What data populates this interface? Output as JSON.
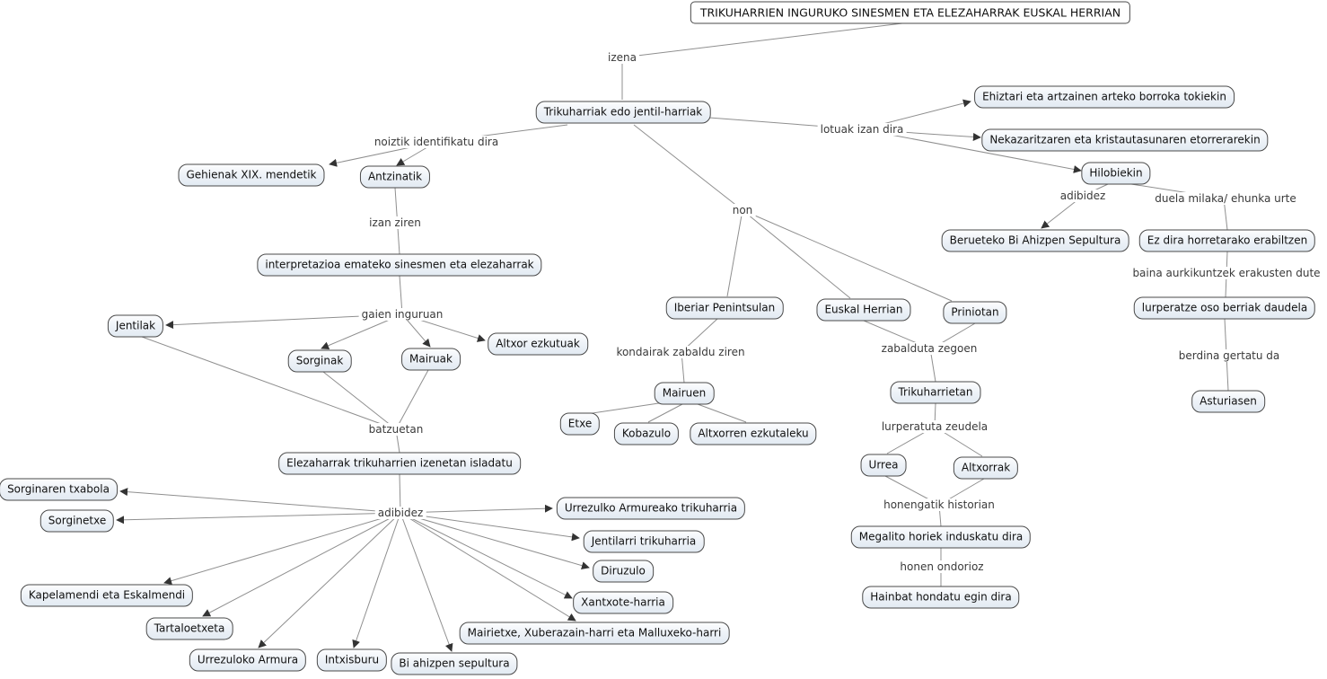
{
  "title": "TRIKUHARRIEN INGURUKO SINESMEN ETA ELEZAHARRAK EUSKAL HERRIAN",
  "colors": {
    "node_fill": "#e9eff6",
    "node_border": "#4a4a4a",
    "line": "#8f8f8f",
    "arrow": "#333333",
    "background": "#ffffff"
  },
  "nodes": {
    "trikuharriak": "Trikuharriak edo jentil-harriak",
    "ehiztari": "Ehiztari eta artzainen arteko borroka tokiekin",
    "nekazaritzaren": "Nekazaritzaren eta kristautasunaren etorrerarekin",
    "hilobiekin": "Hilobiekin",
    "gehienak": "Gehienak XIX. mendetik",
    "antzinatik": "Antzinatik",
    "berueteko": "Berueteko Bi Ahizpen Sepultura",
    "ezdira": "Ez dira horretarako erabiltzen",
    "interpretazioa": "interpretazioa emateko sinesmen eta elezaharrak",
    "iberiar": "Iberiar Penintsulan",
    "euskalherrian": "Euskal Herrian",
    "priniotan": "Priniotan",
    "lurperatze": "lurperatze oso berriak daudela",
    "jentilak": "Jentilak",
    "altxorezkutuak": "Altxor ezkutuak",
    "sorginak": "Sorginak",
    "mairuak": "Mairuak",
    "mairuen": "Mairuen",
    "trikuharrietan": "Trikuharrietan",
    "asturiasen": "Asturiasen",
    "etxe": "Etxe",
    "kobazulo": "Kobazulo",
    "altxorren": "Altxorren ezkutaleku",
    "urrea": "Urrea",
    "altxorrak": "Altxorrak",
    "elezaharrak": "Elezaharrak trikuharrien izenetan isladatu",
    "sorginarentxabola": "Sorginaren txabola",
    "sorginetxe": "Sorginetxe",
    "megalito": "Megalito horiek induskatu dira",
    "urrezulko": "Urrezulko Armureako trikuharria",
    "jentilarri": "Jentilarri trikuharria",
    "diruzulo": "Diruzulo",
    "xantxote": "Xantxote-harria",
    "kapelamendi": "Kapelamendi eta Eskalmendi",
    "tartaloetxeta": "Tartaloetxeta",
    "hainbat": "Hainbat hondatu egin dira",
    "mairietxe": "Mairietxe, Xuberazain-harri eta Malluxeko-harri",
    "urrezuloko": "Urrezuloko Armura",
    "intxisburu": "Intxisburu",
    "biahizpen": "Bi ahizpen sepultura"
  },
  "link_labels": {
    "izena": "izena",
    "noiztik": "noiztik identifikatu dira",
    "lotuak": "lotuak izan dira",
    "adibidez": "adibidez",
    "duela": "duela milaka/ ehunka urte",
    "izanziren": "izan ziren",
    "baina": "baina aurkikuntzek erakusten dute",
    "gaien": "gaien inguruan",
    "non": "non",
    "kondairak": "kondairak zabaldu ziren",
    "zabalduta": "zabalduta zegoen",
    "berdina": "berdina gertatu da",
    "batzuetan": "batzuetan",
    "lurperatuta": "lurperatuta zeudela",
    "honengatik": "honengatik historian",
    "honen": "honen ondorioz"
  },
  "edges": [
    {
      "from": [
        "title"
      ],
      "label": "izena",
      "to": [
        "trikuharriak"
      ]
    },
    {
      "from": [
        "trikuharriak"
      ],
      "label": "noiztik identifikatu dira",
      "to": [
        "gehienak",
        "antzinatik"
      ]
    },
    {
      "from": [
        "trikuharriak"
      ],
      "label": "lotuak izan dira",
      "to": [
        "ehiztari",
        "nekazaritzaren",
        "hilobiekin"
      ]
    },
    {
      "from": [
        "hilobiekin"
      ],
      "label": "adibidez",
      "to": [
        "berueteko"
      ]
    },
    {
      "from": [
        "hilobiekin"
      ],
      "label": "duela milaka/ ehunka urte",
      "to": [
        "ezdira"
      ]
    },
    {
      "from": [
        "ezdira"
      ],
      "label": "baina aurkikuntzek erakusten dute",
      "to": [
        "lurperatze"
      ]
    },
    {
      "from": [
        "lurperatze"
      ],
      "label": "berdina gertatu da",
      "to": [
        "asturiasen"
      ]
    },
    {
      "from": [
        "antzinatik"
      ],
      "label": "izan ziren",
      "to": [
        "interpretazioa"
      ]
    },
    {
      "from": [
        "interpretazioa"
      ],
      "label": "gaien inguruan",
      "to": [
        "jentilak",
        "sorginak",
        "mairuak",
        "altxorezkutuak"
      ]
    },
    {
      "from": [
        "jentilak",
        "sorginak",
        "mairuak"
      ],
      "label": "batzuetan",
      "to": [
        "elezaharrak"
      ]
    },
    {
      "from": [
        "elezaharrak"
      ],
      "label": "adibidez",
      "to": [
        "sorginarentxabola",
        "sorginetxe",
        "kapelamendi",
        "tartaloetxeta",
        "urrezuloko",
        "intxisburu",
        "biahizpen",
        "mairietxe",
        "xantxote",
        "diruzulo",
        "jentilarri",
        "urrezulko"
      ]
    },
    {
      "from": [
        "trikuharriak"
      ],
      "label": "non",
      "to": [
        "iberiar",
        "euskalherrian",
        "priniotan"
      ]
    },
    {
      "from": [
        "iberiar"
      ],
      "label": "kondairak zabaldu ziren",
      "to": [
        "mairuen"
      ]
    },
    {
      "from": [
        "mairuen"
      ],
      "label": "",
      "to": [
        "etxe",
        "kobazulo",
        "altxorren"
      ]
    },
    {
      "from": [
        "euskalherrian",
        "priniotan"
      ],
      "label": "zabalduta zegoen",
      "to": [
        "trikuharrietan"
      ]
    },
    {
      "from": [
        "trikuharrietan"
      ],
      "label": "lurperatuta zeudela",
      "to": [
        "urrea",
        "altxorrak"
      ]
    },
    {
      "from": [
        "urrea",
        "altxorrak"
      ],
      "label": "honengatik historian",
      "to": [
        "megalito"
      ]
    },
    {
      "from": [
        "megalito"
      ],
      "label": "honen ondorioz",
      "to": [
        "hainbat"
      ]
    }
  ]
}
